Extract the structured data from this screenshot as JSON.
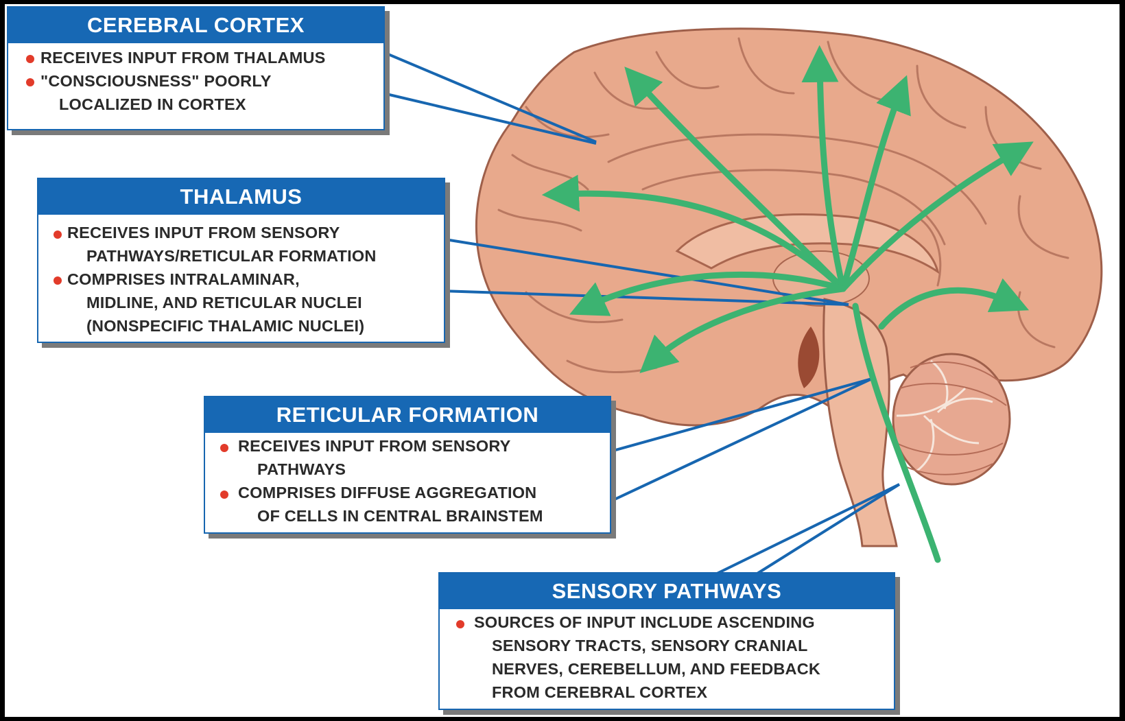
{
  "colors": {
    "box_header": "#1768b4",
    "box_border": "#1766b0",
    "bullet": "#e23b2a",
    "arrow": "#3cb371",
    "brain": "#e8a98c",
    "pointer_line": "#1766b0"
  },
  "cerebral_cortex": {
    "title": "CEREBRAL CORTEX",
    "bullets": [
      [
        "RECEIVES INPUT FROM THALAMUS"
      ],
      [
        "\"CONSCIOUSNESS\" POORLY",
        "LOCALIZED IN CORTEX"
      ]
    ]
  },
  "thalamus": {
    "title": "THALAMUS",
    "bullets": [
      [
        "RECEIVES INPUT FROM SENSORY",
        "PATHWAYS/RETICULAR FORMATION"
      ],
      [
        "COMPRISES INTRALAMINAR,",
        "MIDLINE,  AND RETICULAR NUCLEI",
        "(NONSPECIFIC THALAMIC NUCLEI)"
      ]
    ]
  },
  "reticular_formation": {
    "title": "RETICULAR FORMATION",
    "bullets": [
      [
        "RECEIVES INPUT FROM SENSORY",
        "PATHWAYS"
      ],
      [
        "COMPRISES DIFFUSE AGGREGATION",
        "OF CELLS IN CENTRAL BRAINSTEM"
      ]
    ]
  },
  "sensory_pathways": {
    "title": "SENSORY  PATHWAYS",
    "bullets": [
      [
        "SOURCES OF INPUT INCLUDE ASCENDING",
        "SENSORY TRACTS, SENSORY CRANIAL",
        "NERVES, CEREBELLUM, AND FEEDBACK",
        "FROM CEREBRAL CORTEX"
      ]
    ]
  }
}
